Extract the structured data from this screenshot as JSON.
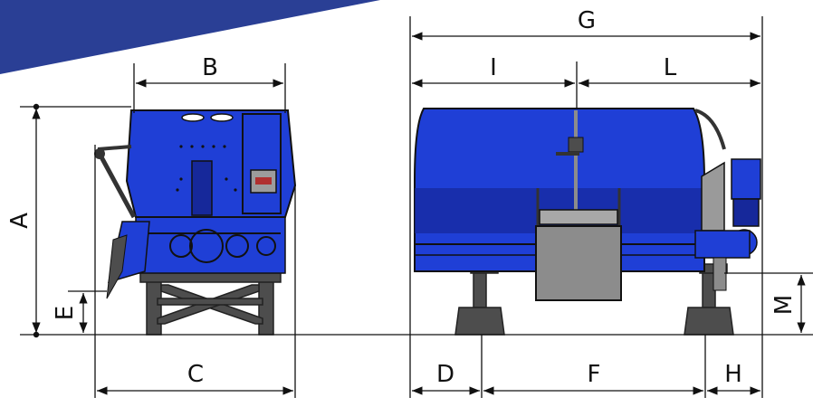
{
  "colors": {
    "banner": "#2a3f95",
    "machine_blue": "#1f3fd6",
    "machine_dark": "#16289a",
    "frame_gray": "#4d4d4d",
    "panel_gray": "#8c8c8c",
    "line": "#111111"
  },
  "labels": {
    "A": "A",
    "B": "B",
    "C": "C",
    "D": "D",
    "E": "E",
    "F": "F",
    "G": "G",
    "H": "H",
    "I": "I",
    "L": "L",
    "M": "M"
  }
}
